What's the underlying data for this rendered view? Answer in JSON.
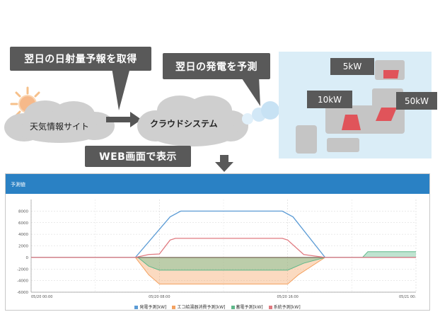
{
  "callouts": {
    "forecast_fetch": "翌日の日射量予報を取得",
    "predict_generation": "翌日の発電を予測",
    "web_display": "WEB画面で表示"
  },
  "clouds": {
    "weather_site": "天気情報サイト",
    "cloud_system": "クラウドシステム"
  },
  "map": {
    "tags": [
      "5kW",
      "10kW",
      "50kW"
    ]
  },
  "chart_panel": {
    "header_title": "予測値"
  },
  "colors": {
    "callout": "#595959",
    "map_bg": "#daedf7",
    "plant": "#e0545a",
    "header": "#2a81c4",
    "generation": "#5b9bd5",
    "ecocute": "#f4a261",
    "storage": "#5fb88a",
    "grid": "#e07a80"
  },
  "chart_data": {
    "type": "line",
    "title": "",
    "xlabel": "",
    "ylabel": "",
    "ylim": [
      -6000,
      10000
    ],
    "yticks": [
      -6000,
      -4000,
      -2000,
      0,
      2000,
      4000,
      6000,
      8000
    ],
    "xticks": [
      {
        "h": 0,
        "label": "05/20 00:00"
      },
      {
        "h": 24,
        "label": "05/20 08:00"
      },
      {
        "h": 48,
        "label": "05/20 16:00"
      },
      {
        "h": 72,
        "label": "05/21 00:"
      }
    ],
    "xrange": [
      0,
      72
    ],
    "series": [
      {
        "name": "発電予測[kW]",
        "kind": "line",
        "color": "#5b9bd5",
        "points": [
          [
            0,
            0
          ],
          [
            19.5,
            0
          ],
          [
            26,
            7000
          ],
          [
            28,
            8000
          ],
          [
            45,
            8000
          ],
          [
            47,
            8000
          ],
          [
            49,
            7000
          ],
          [
            55,
            0
          ],
          [
            72,
            0
          ]
        ]
      },
      {
        "name": "エコ給湯器消費予測[kW]",
        "kind": "area",
        "color": "#f4a261",
        "points": [
          [
            0,
            0
          ],
          [
            19.5,
            0
          ],
          [
            22,
            -3000
          ],
          [
            24,
            -4600
          ],
          [
            48,
            -4600
          ],
          [
            50,
            -3000
          ],
          [
            55,
            0
          ],
          [
            72,
            0
          ]
        ]
      },
      {
        "name": "蓄電予測[kW]",
        "kind": "area",
        "color": "#5fb88a",
        "points": [
          [
            0,
            0
          ],
          [
            20,
            0
          ],
          [
            22,
            -1500
          ],
          [
            24,
            -2200
          ],
          [
            48,
            -2200
          ],
          [
            51,
            -1000
          ],
          [
            55,
            0
          ],
          [
            62,
            0
          ],
          [
            63,
            1000
          ],
          [
            72,
            1000
          ]
        ]
      },
      {
        "name": "系統予測[kW]",
        "kind": "line",
        "color": "#e07a80",
        "points": [
          [
            0,
            0
          ],
          [
            19.5,
            0
          ],
          [
            22,
            500
          ],
          [
            24,
            600
          ],
          [
            26,
            3000
          ],
          [
            27,
            3300
          ],
          [
            47,
            3300
          ],
          [
            48,
            3000
          ],
          [
            51,
            500
          ],
          [
            55,
            0
          ],
          [
            72,
            0
          ]
        ]
      }
    ]
  }
}
